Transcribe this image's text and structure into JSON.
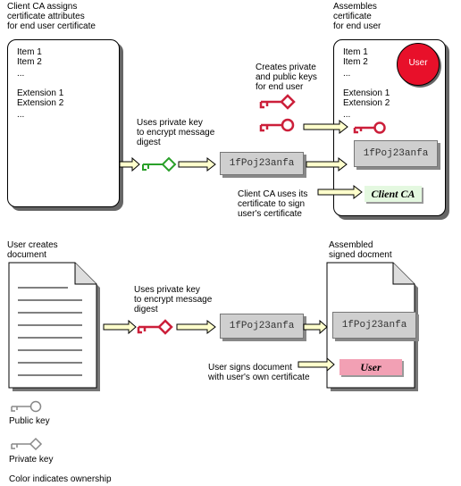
{
  "top": {
    "caption_assign": "Client CA assigns\ncertificate attributes\nfor end user certificate",
    "caption_assembles": "Assembles\ncertificate\nfor end user",
    "cert_items": [
      "Item 1",
      "Item 2",
      "...",
      "Extension 1",
      "Extension 2",
      "..."
    ],
    "caption_encrypt": "Uses private key\nto encrypt message\ndigest",
    "caption_keys": "Creates private\nand public keys\nfor end user",
    "digest": "1fPoj23anfa",
    "caption_sign": "Client CA uses its\ncertificate to sign\nuser's certificate",
    "user_badge": "User",
    "client_ca_signature": "Client CA"
  },
  "bottom": {
    "caption_creates": "User creates\ndocument",
    "caption_encrypt": "Uses private key\nto encrypt message\ndigest",
    "digest": "1fPoj23anfa",
    "caption_assembled": "Assembled\nsigned docment",
    "caption_signs": "User signs document\nwith user's own certificate",
    "user_signature": "User"
  },
  "legend": {
    "public_key": "Public key",
    "private_key": "Private key",
    "ownership_note": "Color indicates ownership"
  },
  "colors": {
    "client_ca": "#2aa02a",
    "user": "#cc1f3a",
    "user_badge": "#e8102a",
    "legend": "#888888",
    "hash_box": "#cfcfcf",
    "arrow_fill": "#ffffcc"
  }
}
